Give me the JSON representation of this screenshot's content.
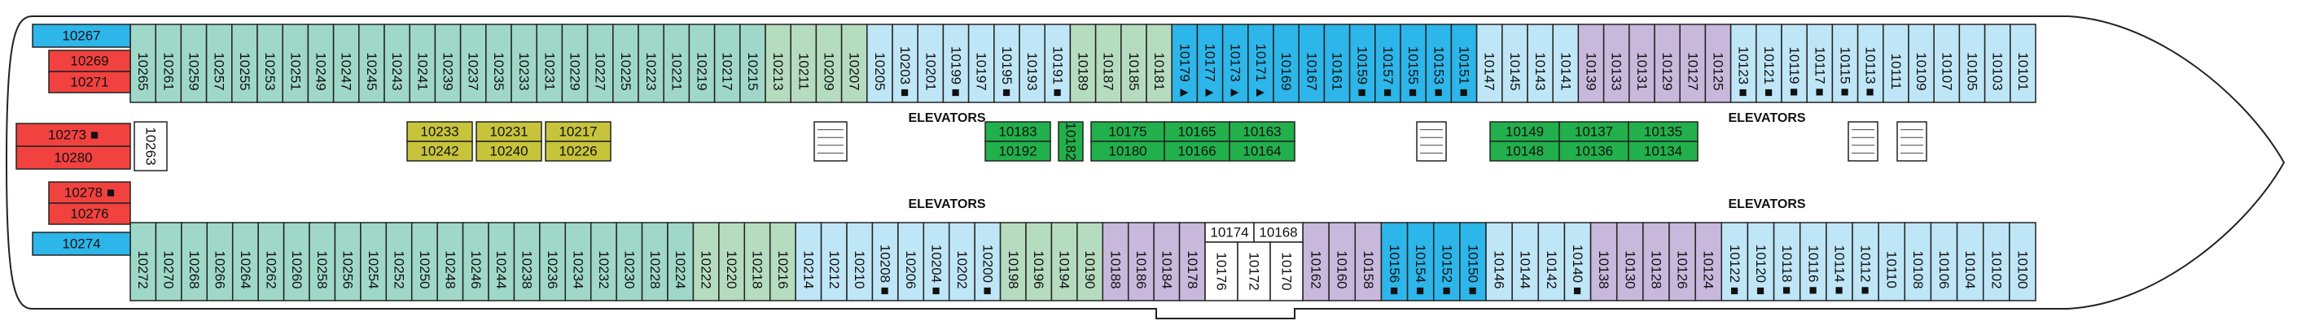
{
  "colors": {
    "teal": "#9fd8c8",
    "lightblue": "#bfe6f7",
    "blue": "#2cb6ea",
    "red": "#f2423f",
    "purple": "#c8b8dc",
    "olive": "#c7c43c",
    "green": "#22b04c",
    "lightgreen": "#b6dcc0",
    "white": "#ffffff",
    "outline": "#222222",
    "corridor": "#ffffff"
  },
  "labels": {
    "elevators": "ELEVATORS"
  },
  "legend": {
    "accessible_marker": "■",
    "triangle_marker": "▲"
  },
  "cabins": {
    "top_row": [
      {
        "n": "10265",
        "c": "teal"
      },
      {
        "n": "10261",
        "c": "teal"
      },
      {
        "n": "10259",
        "c": "teal"
      },
      {
        "n": "10257",
        "c": "teal"
      },
      {
        "n": "10255",
        "c": "teal"
      },
      {
        "n": "10253",
        "c": "teal"
      },
      {
        "n": "10251",
        "c": "teal"
      },
      {
        "n": "10249",
        "c": "teal"
      },
      {
        "n": "10247",
        "c": "teal"
      },
      {
        "n": "10245",
        "c": "teal"
      },
      {
        "n": "10243",
        "c": "teal"
      },
      {
        "n": "10241",
        "c": "teal"
      },
      {
        "n": "10239",
        "c": "teal"
      },
      {
        "n": "10237",
        "c": "teal"
      },
      {
        "n": "10235",
        "c": "teal"
      },
      {
        "n": "10233",
        "c": "teal"
      },
      {
        "n": "10231",
        "c": "teal"
      },
      {
        "n": "10229",
        "c": "teal"
      },
      {
        "n": "10227",
        "c": "teal"
      },
      {
        "n": "10225",
        "c": "teal"
      },
      {
        "n": "10223",
        "c": "teal"
      },
      {
        "n": "10221",
        "c": "teal"
      },
      {
        "n": "10219",
        "c": "teal"
      },
      {
        "n": "10217",
        "c": "teal"
      },
      {
        "n": "10215",
        "c": "teal"
      },
      {
        "n": "10213",
        "c": "lightgreen"
      },
      {
        "n": "10211",
        "c": "lightgreen"
      },
      {
        "n": "10209",
        "c": "lightgreen"
      },
      {
        "n": "10207",
        "c": "lightgreen"
      },
      {
        "n": "10205",
        "c": "lightblue"
      },
      {
        "n": "10203 ■",
        "c": "lightblue"
      },
      {
        "n": "10201",
        "c": "lightblue"
      },
      {
        "n": "10199 ■",
        "c": "lightblue"
      },
      {
        "n": "10197",
        "c": "lightblue"
      },
      {
        "n": "10195 ■",
        "c": "lightblue"
      },
      {
        "n": "10193",
        "c": "lightblue"
      },
      {
        "n": "10191 ■",
        "c": "lightblue"
      },
      {
        "n": "10189",
        "c": "lightgreen"
      },
      {
        "n": "10187",
        "c": "lightgreen"
      },
      {
        "n": "10185",
        "c": "lightgreen"
      },
      {
        "n": "10181",
        "c": "lightgreen"
      },
      {
        "n": "10179 ▲",
        "c": "blue"
      },
      {
        "n": "10177 ▲",
        "c": "blue"
      },
      {
        "n": "10173 ▲",
        "c": "blue"
      },
      {
        "n": "10171 ▲",
        "c": "blue"
      },
      {
        "n": "10169",
        "c": "blue"
      },
      {
        "n": "10167",
        "c": "blue"
      },
      {
        "n": "10161",
        "c": "blue"
      },
      {
        "n": "10159 ■",
        "c": "blue"
      },
      {
        "n": "10157 ■",
        "c": "blue"
      },
      {
        "n": "10155 ■",
        "c": "blue"
      },
      {
        "n": "10153 ■",
        "c": "blue"
      },
      {
        "n": "10151 ■",
        "c": "blue"
      },
      {
        "n": "10147",
        "c": "lightblue"
      },
      {
        "n": "10145",
        "c": "lightblue"
      },
      {
        "n": "10143",
        "c": "lightblue"
      },
      {
        "n": "10141",
        "c": "lightblue"
      },
      {
        "n": "10139",
        "c": "purple"
      },
      {
        "n": "10133",
        "c": "purple"
      },
      {
        "n": "10131",
        "c": "purple"
      },
      {
        "n": "10129",
        "c": "purple"
      },
      {
        "n": "10127",
        "c": "purple"
      },
      {
        "n": "10125",
        "c": "purple"
      },
      {
        "n": "10123 ■",
        "c": "lightblue"
      },
      {
        "n": "10121 ■",
        "c": "lightblue"
      },
      {
        "n": "10119 ■",
        "c": "lightblue"
      },
      {
        "n": "10117 ■",
        "c": "lightblue"
      },
      {
        "n": "10115 ■",
        "c": "lightblue"
      },
      {
        "n": "10113 ■",
        "c": "lightblue"
      },
      {
        "n": "10111",
        "c": "lightblue"
      },
      {
        "n": "10109",
        "c": "lightblue"
      },
      {
        "n": "10107",
        "c": "lightblue"
      },
      {
        "n": "10105",
        "c": "lightblue"
      },
      {
        "n": "10103",
        "c": "lightblue"
      },
      {
        "n": "10101",
        "c": "lightblue"
      }
    ],
    "bottom_row": [
      {
        "n": "10272",
        "c": "teal"
      },
      {
        "n": "10270",
        "c": "teal"
      },
      {
        "n": "10268",
        "c": "teal"
      },
      {
        "n": "10266",
        "c": "teal"
      },
      {
        "n": "10264",
        "c": "teal"
      },
      {
        "n": "10262",
        "c": "teal"
      },
      {
        "n": "10260",
        "c": "teal"
      },
      {
        "n": "10258",
        "c": "teal"
      },
      {
        "n": "10256",
        "c": "teal"
      },
      {
        "n": "10254",
        "c": "teal"
      },
      {
        "n": "10252",
        "c": "teal"
      },
      {
        "n": "10250",
        "c": "teal"
      },
      {
        "n": "10248",
        "c": "teal"
      },
      {
        "n": "10246",
        "c": "teal"
      },
      {
        "n": "10244",
        "c": "teal"
      },
      {
        "n": "10238",
        "c": "teal"
      },
      {
        "n": "10236",
        "c": "teal"
      },
      {
        "n": "10234",
        "c": "teal"
      },
      {
        "n": "10232",
        "c": "teal"
      },
      {
        "n": "10230",
        "c": "teal"
      },
      {
        "n": "10228",
        "c": "teal"
      },
      {
        "n": "10224",
        "c": "teal"
      },
      {
        "n": "10222",
        "c": "lightgreen"
      },
      {
        "n": "10220",
        "c": "lightgreen"
      },
      {
        "n": "10218",
        "c": "lightgreen"
      },
      {
        "n": "10216",
        "c": "lightgreen"
      },
      {
        "n": "10214",
        "c": "lightblue"
      },
      {
        "n": "10212",
        "c": "lightblue"
      },
      {
        "n": "10210",
        "c": "lightblue"
      },
      {
        "n": "10208 ■",
        "c": "lightblue"
      },
      {
        "n": "10206",
        "c": "lightblue"
      },
      {
        "n": "10204 ■",
        "c": "lightblue"
      },
      {
        "n": "10202",
        "c": "lightblue"
      },
      {
        "n": "10200 ■",
        "c": "lightblue"
      },
      {
        "n": "10198",
        "c": "lightgreen"
      },
      {
        "n": "10196",
        "c": "lightgreen"
      },
      {
        "n": "10194",
        "c": "lightgreen"
      },
      {
        "n": "10190",
        "c": "lightgreen"
      },
      {
        "n": "10188",
        "c": "purple"
      },
      {
        "n": "10186",
        "c": "purple"
      },
      {
        "n": "10184",
        "c": "purple"
      },
      {
        "n": "10178",
        "c": "purple"
      }
    ],
    "bottom_row_2": [
      {
        "n": "10162",
        "c": "purple"
      },
      {
        "n": "10160",
        "c": "purple"
      },
      {
        "n": "10158",
        "c": "purple"
      },
      {
        "n": "10156 ■",
        "c": "blue"
      },
      {
        "n": "10154 ■",
        "c": "blue"
      },
      {
        "n": "10152 ■",
        "c": "blue"
      },
      {
        "n": "10150 ■",
        "c": "blue"
      },
      {
        "n": "10146",
        "c": "lightblue"
      },
      {
        "n": "10144",
        "c": "lightblue"
      },
      {
        "n": "10142",
        "c": "lightblue"
      },
      {
        "n": "10140 ■",
        "c": "lightblue"
      },
      {
        "n": "10138",
        "c": "purple"
      },
      {
        "n": "10130",
        "c": "purple"
      },
      {
        "n": "10128",
        "c": "purple"
      },
      {
        "n": "10126",
        "c": "purple"
      },
      {
        "n": "10124",
        "c": "purple"
      },
      {
        "n": "10122 ■",
        "c": "lightblue"
      },
      {
        "n": "10120 ■",
        "c": "lightblue"
      },
      {
        "n": "10118 ■",
        "c": "lightblue"
      },
      {
        "n": "10116 ■",
        "c": "lightblue"
      },
      {
        "n": "10114 ■",
        "c": "lightblue"
      },
      {
        "n": "10112 ■",
        "c": "lightblue"
      },
      {
        "n": "10110",
        "c": "lightblue"
      },
      {
        "n": "10108",
        "c": "lightblue"
      },
      {
        "n": "10106",
        "c": "lightblue"
      },
      {
        "n": "10104",
        "c": "lightblue"
      },
      {
        "n": "10102",
        "c": "lightblue"
      },
      {
        "n": "10100",
        "c": "lightblue"
      }
    ],
    "stern": [
      {
        "n": "10267",
        "c": "blue"
      },
      {
        "n": "10269",
        "c": "red"
      },
      {
        "n": "10271",
        "c": "red"
      },
      {
        "n": "10273 ■",
        "c": "red"
      },
      {
        "n": "10280",
        "c": "red"
      },
      {
        "n": "10278 ■",
        "c": "red"
      },
      {
        "n": "10276",
        "c": "red"
      },
      {
        "n": "10274",
        "c": "blue"
      }
    ],
    "center_bottom": [
      {
        "n": "10174",
        "c": "white"
      },
      {
        "n": "10168",
        "c": "white"
      },
      {
        "n": "10176",
        "c": "white"
      },
      {
        "n": "10172",
        "c": "white"
      },
      {
        "n": "10170",
        "c": "white"
      }
    ],
    "inner_olive": [
      {
        "n": "10233",
        "c": "olive"
      },
      {
        "n": "10231",
        "c": "olive"
      },
      {
        "n": "10217",
        "c": "olive"
      },
      {
        "n": "10242",
        "c": "olive"
      },
      {
        "n": "10240",
        "c": "olive"
      },
      {
        "n": "10226",
        "c": "olive"
      }
    ],
    "inner_green": [
      {
        "n": "10183",
        "c": "green"
      },
      {
        "n": "10192",
        "c": "green"
      },
      {
        "n": "10182",
        "c": "green"
      },
      {
        "n": "10175",
        "c": "green"
      },
      {
        "n": "10165",
        "c": "green"
      },
      {
        "n": "10163",
        "c": "green"
      },
      {
        "n": "10180",
        "c": "green"
      },
      {
        "n": "10166",
        "c": "green"
      },
      {
        "n": "10164",
        "c": "green"
      },
      {
        "n": "10149",
        "c": "green"
      },
      {
        "n": "10137",
        "c": "green"
      },
      {
        "n": "10135",
        "c": "green"
      },
      {
        "n": "10148",
        "c": "green"
      },
      {
        "n": "10136",
        "c": "green"
      },
      {
        "n": "10134",
        "c": "green"
      }
    ],
    "inner_white": [
      {
        "n": "10263",
        "c": "white"
      }
    ]
  }
}
